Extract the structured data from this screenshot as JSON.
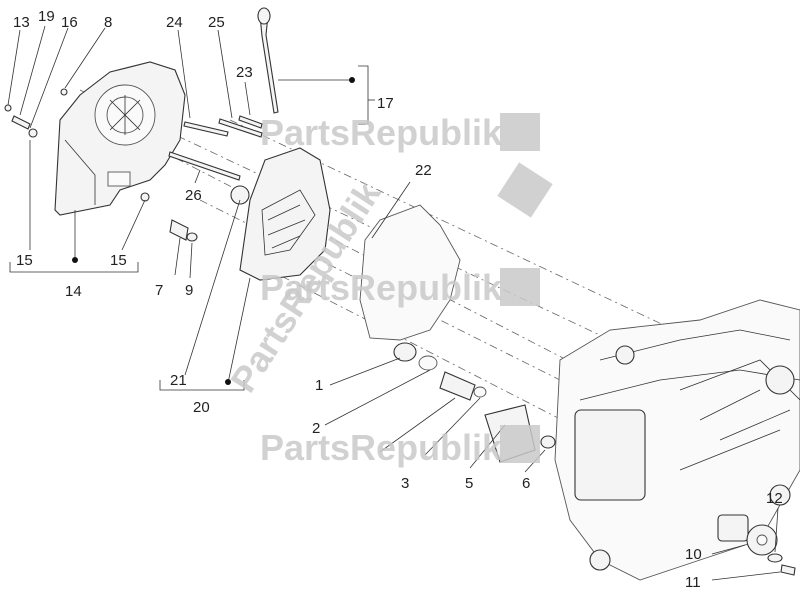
{
  "callouts": {
    "n1": "1",
    "n2": "2",
    "n3": "3",
    "n5": "5",
    "n6": "6",
    "n7": "7",
    "n8": "8",
    "n9": "9",
    "n10": "10",
    "n11": "11",
    "n12": "12",
    "n13": "13",
    "n14": "14",
    "n15a": "15",
    "n15b": "15",
    "n16": "16",
    "n17": "17",
    "n19": "19",
    "n20": "20",
    "n21": "21",
    "n22": "22",
    "n23": "23",
    "n24": "24",
    "n25": "25",
    "n26": "26"
  },
  "watermark": {
    "text": "PartsRepublik",
    "color": "#c9c9c9"
  },
  "colors": {
    "line": "#333333",
    "background": "#ffffff"
  }
}
